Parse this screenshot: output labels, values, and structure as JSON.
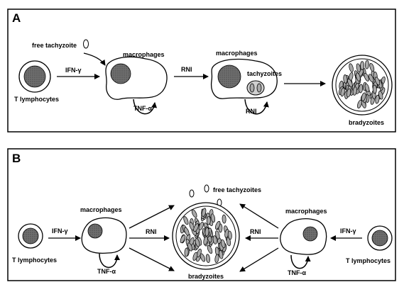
{
  "panel_a": {
    "letter": "A",
    "labels": {
      "free_tachyzoite": "free tachyzoite",
      "macrophages_1": "macrophages",
      "macrophages_2": "macrophages",
      "ifn": "IFN-γ",
      "rni_arrow": "RNI",
      "rni_loop": "RNI",
      "tnf": "TNF-α",
      "tachyzoites": "tachyzoites",
      "t_lymphocytes": "T lymphocytes",
      "bradyzoites": "bradyzoites"
    }
  },
  "panel_b": {
    "letter": "B",
    "labels": {
      "free_tachyzoites": "free tachyzoites",
      "macrophages_left": "macrophages",
      "macrophages_right": "macrophages",
      "ifn_left": "IFN-γ",
      "ifn_right": "IFN-γ",
      "rni_left": "RNI",
      "rni_right": "RNI",
      "tnf_left": "TNF-α",
      "tnf_right": "TNF-α",
      "t_lymphocytes_left": "T lymphocytes",
      "t_lymphocytes_right": "T lymphocytes",
      "bradyzoites": "bradyzoites"
    }
  },
  "colors": {
    "nucleus": "#6e6e6e",
    "parasite": "#a8a8a8",
    "stroke": "#000000",
    "background": "#ffffff"
  }
}
